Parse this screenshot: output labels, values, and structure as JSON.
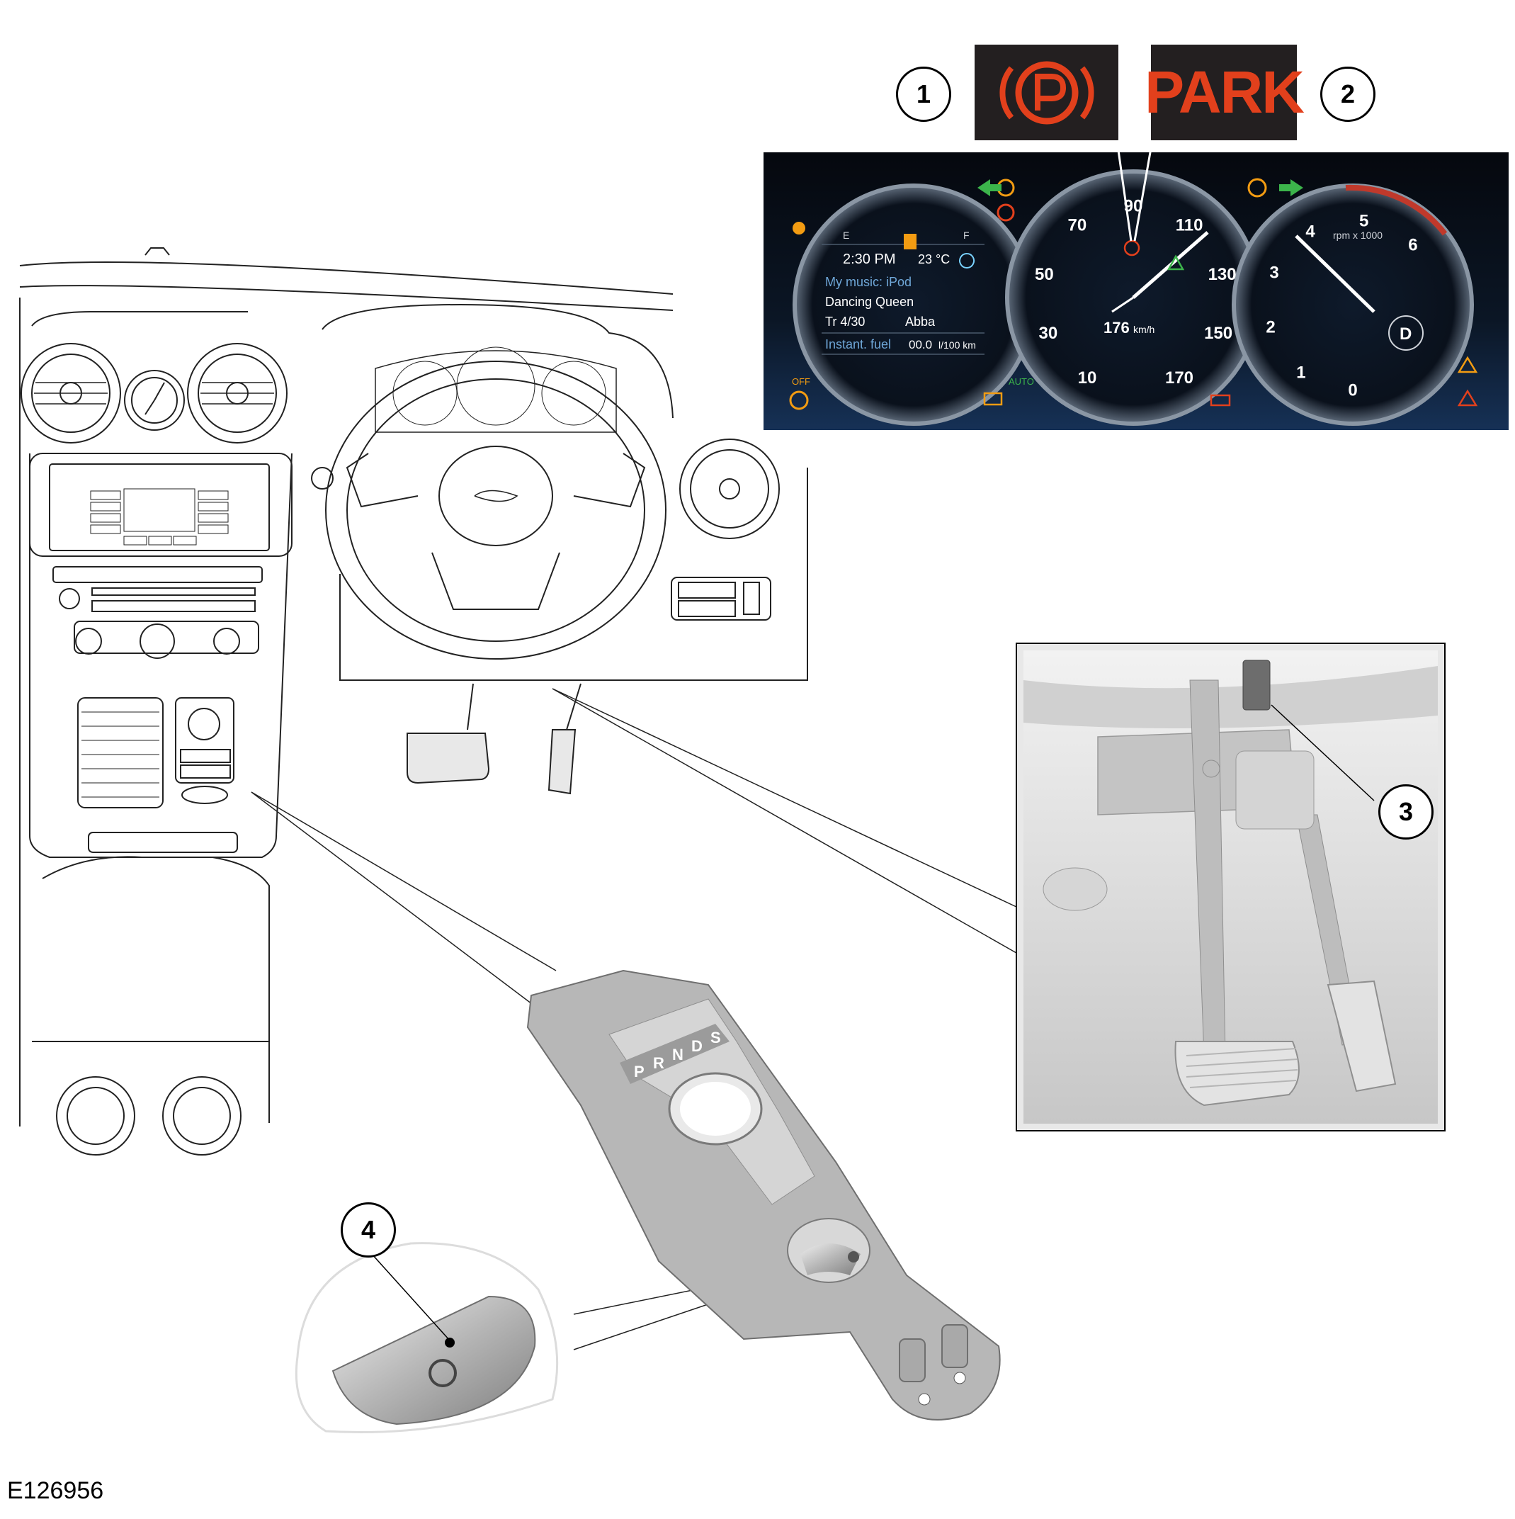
{
  "figure": {
    "id": "E126956"
  },
  "callouts": [
    {
      "num": "1"
    },
    {
      "num": "2"
    },
    {
      "num": "3"
    },
    {
      "num": "4"
    }
  ],
  "warning_lamps": {
    "park_text": "PARK"
  },
  "cluster": {
    "time": "2:30 PM",
    "temp": "23 °C",
    "music_source": "My music: iPod",
    "track_title": "Dancing Queen",
    "track_num": "Tr 4/30",
    "artist": "Abba",
    "fuel_label": "Instant. fuel",
    "fuel_value": "00.0",
    "fuel_unit": "l/100 km",
    "speed_readout": "176",
    "speed_unit": "km/h",
    "gear": "D",
    "rpm_unit": "rpm x 1000",
    "fuel_e": "E",
    "fuel_f": "F",
    "airbag_off": "OFF",
    "auto_label": "AUTO",
    "speed_ticks": [
      "10",
      "30",
      "50",
      "70",
      "90",
      "110",
      "130",
      "150",
      "170"
    ],
    "rpm_ticks": [
      "0",
      "1",
      "2",
      "3",
      "4",
      "5",
      "6"
    ]
  },
  "selector": {
    "gears": [
      "P",
      "R",
      "N",
      "D",
      "S"
    ]
  },
  "colors": {
    "lamp_red": "#e2401c",
    "lamp_bg": "#231f20",
    "cluster_bg": "#0d1420",
    "amber": "#f39c12",
    "green": "#3cb44b"
  }
}
